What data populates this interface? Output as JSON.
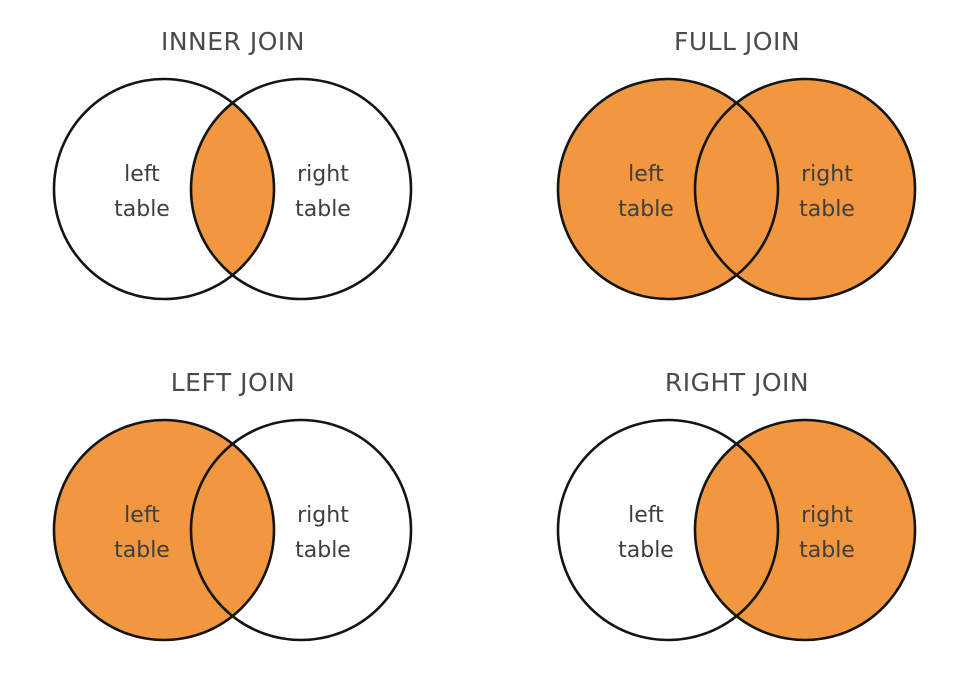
{
  "page": {
    "background": "#ffffff",
    "description": "SQL join types illustrated as four Venn diagrams"
  },
  "colors": {
    "orange": "#f0973f",
    "white": "#ffffff",
    "circle_stroke": "#141414",
    "title_text": "#4a4a4a",
    "label_text": "#3e3e3e"
  },
  "panels": [
    {
      "id": "inner-join",
      "title": "INNER JOIN",
      "left_label": [
        "left",
        "table"
      ],
      "right_label": [
        "right",
        "table"
      ],
      "left_fill": "#ffffff",
      "right_fill": "#ffffff",
      "intersection_fill": "#f0973f"
    },
    {
      "id": "full-join",
      "title": "FULL JOIN",
      "left_label": [
        "left",
        "table"
      ],
      "right_label": [
        "right",
        "table"
      ],
      "left_fill": "#f0973f",
      "right_fill": "#f0973f",
      "intersection_fill": "#f0973f"
    },
    {
      "id": "left-join",
      "title": "LEFT JOIN",
      "left_label": [
        "left",
        "table"
      ],
      "right_label": [
        "right",
        "table"
      ],
      "left_fill": "#f0973f",
      "right_fill": "#ffffff",
      "intersection_fill": "#f0973f"
    },
    {
      "id": "right-join",
      "title": "RIGHT JOIN",
      "left_label": [
        "left",
        "table"
      ],
      "right_label": [
        "right",
        "table"
      ],
      "left_fill": "#ffffff",
      "right_fill": "#f0973f",
      "intersection_fill": "#f0973f"
    }
  ]
}
